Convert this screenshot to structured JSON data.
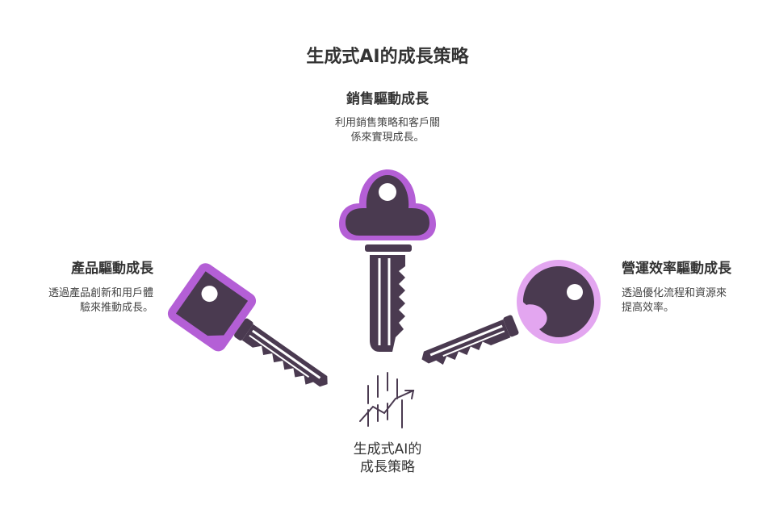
{
  "title": "生成式AI的成長策略",
  "sections": {
    "sales": {
      "title": "銷售驅動成長",
      "desc_lines": [
        "利用銷售策略和客戶關",
        "係來實現成長。"
      ]
    },
    "product": {
      "title": "產品驅動成長",
      "desc_lines": [
        "透過產品創新和用戶體",
        "驗來推動成長。"
      ]
    },
    "operations": {
      "title": "營運效率驅動成長",
      "desc_lines": [
        "透過優化流程和資源來",
        "提高效率。"
      ]
    }
  },
  "center": {
    "label_lines": [
      "生成式AI的",
      "成長策略"
    ],
    "icon": "growth-chart-icon"
  },
  "colors": {
    "key_body": "#4a3a50",
    "accent_dark": "#b45fd6",
    "accent_light": "#e3a6f0",
    "text": "#333333"
  }
}
